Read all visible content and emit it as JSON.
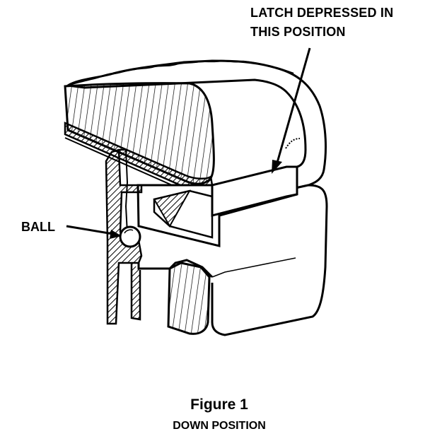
{
  "labels": {
    "latch_line1": "LATCH DEPRESSED IN",
    "latch_line2": "THIS POSITION",
    "ball": "BALL"
  },
  "caption": {
    "title": "Figure 1",
    "subtitle": "DOWN POSITION"
  },
  "colors": {
    "ink": "#000000",
    "paper": "#ffffff"
  }
}
